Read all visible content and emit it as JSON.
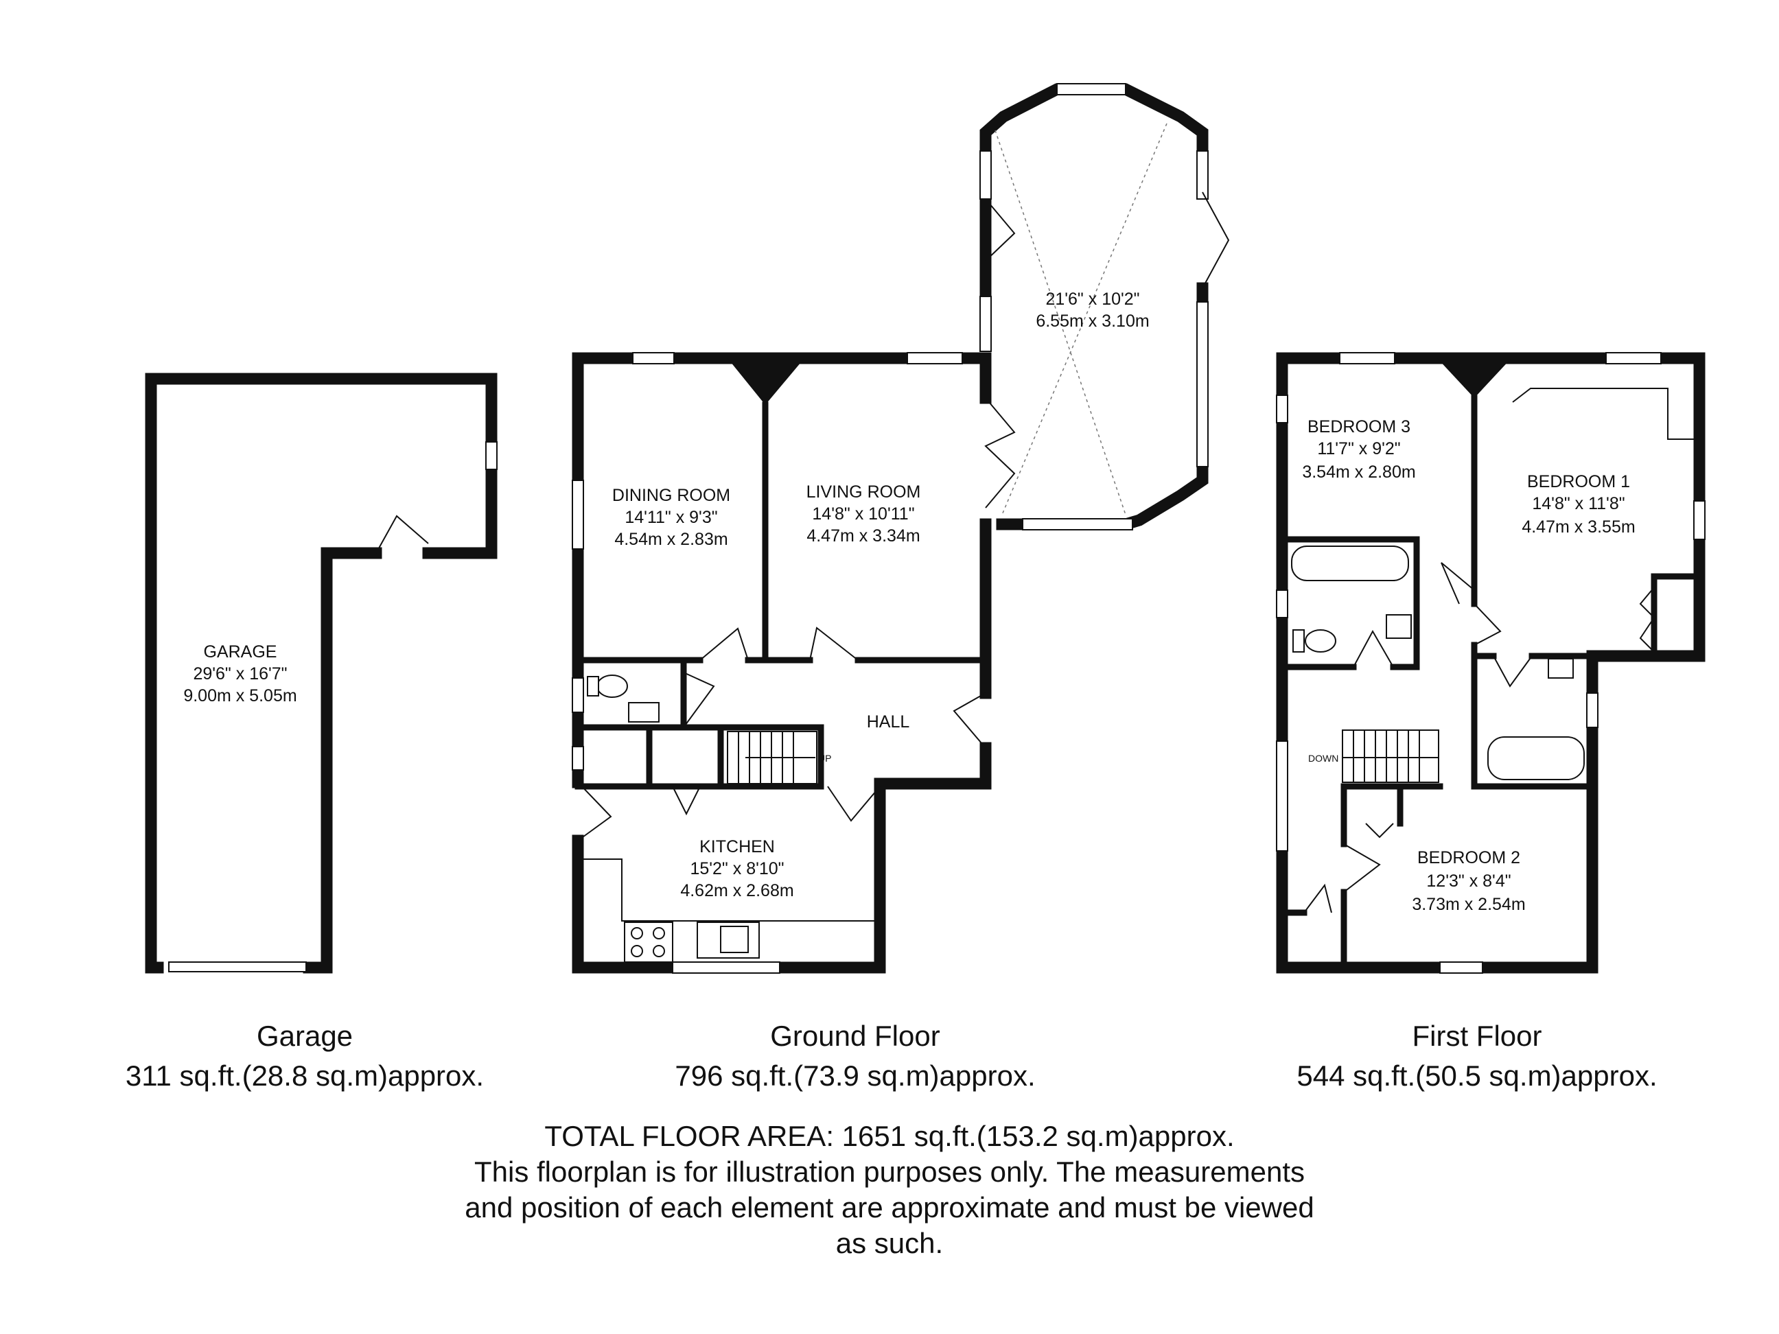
{
  "rooms": {
    "garage": {
      "name": "GARAGE",
      "imperial": "29'6\" x 16'7\"",
      "metric": "9.00m x 5.05m"
    },
    "conservatory": {
      "imperial": "21'6\" x 10'2\"",
      "metric": "6.55m x 3.10m"
    },
    "dining_room": {
      "name": "DINING ROOM",
      "imperial": "14'11\" x 9'3\"",
      "metric": "4.54m x 2.83m"
    },
    "living_room": {
      "name": "LIVING ROOM",
      "imperial": "14'8\" x 10'11\"",
      "metric": "4.47m x 3.34m"
    },
    "hall": {
      "name": "HALL"
    },
    "kitchen": {
      "name": "KITCHEN",
      "imperial": "15'2\" x 8'10\"",
      "metric": "4.62m x 2.68m"
    },
    "bedroom_3": {
      "name": "BEDROOM 3",
      "imperial": "11'7\" x 9'2\"",
      "metric": "3.54m x 2.80m"
    },
    "bedroom_1": {
      "name": "BEDROOM 1",
      "imperial": "14'8\" x 11'8\"",
      "metric": "4.47m x 3.55m"
    },
    "bedroom_2": {
      "name": "BEDROOM 2",
      "imperial": "12'3\" x 8'4\"",
      "metric": "3.73m x 2.54m"
    }
  },
  "stairs": {
    "up_label": "UP",
    "down_label": "DOWN"
  },
  "floors": {
    "garage": {
      "title": "Garage",
      "area": "311 sq.ft.(28.8 sq.m)approx."
    },
    "ground": {
      "title": "Ground Floor",
      "area": "796 sq.ft.(73.9 sq.m)approx."
    },
    "first": {
      "title": "First Floor",
      "area": "544 sq.ft.(50.5 sq.m)approx."
    }
  },
  "footer": {
    "total": "TOTAL FLOOR AREA: 1651 sq.ft.(153.2 sq.m)approx.",
    "line1": "This floorplan is for illustration purposes only. The measurements",
    "line2": "and position of each element are approximate and must be viewed",
    "line3": "as such."
  },
  "colors": {
    "wall": "#111111",
    "background": "#ffffff"
  }
}
